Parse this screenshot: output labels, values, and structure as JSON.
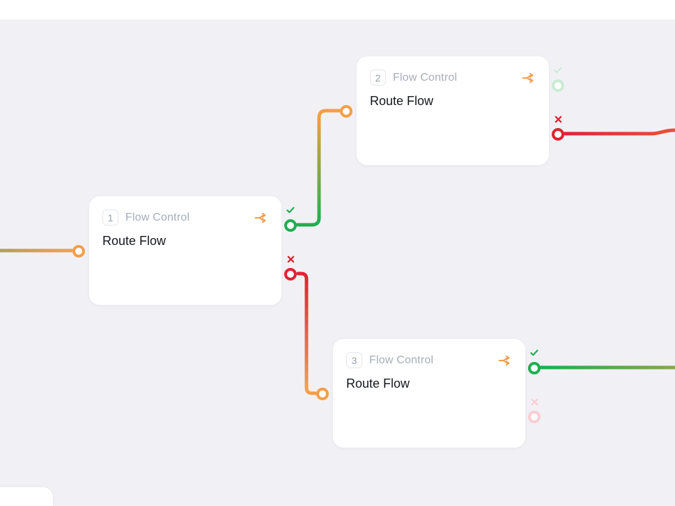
{
  "colors": {
    "canvasBg": "#f1f1f5",
    "cardBg": "#ffffff",
    "cardBorder": "#ededf2",
    "success": "#1fae50",
    "successFaded": "#c9ecd4",
    "error": "#e02333",
    "errorFaded": "#f9cdd2",
    "connector": "#f59e49",
    "typeLabel": "#a6adb9",
    "titleText": "#15171c",
    "badgeText": "#959ea9",
    "badgeBorder": "#e4e7eb"
  },
  "nodes": [
    {
      "index": "1",
      "type_label": "Flow Control",
      "title": "Route Flow",
      "ports": {
        "input": {
          "state": "connected"
        },
        "success": {
          "state": "connected"
        },
        "fail": {
          "state": "connected"
        }
      }
    },
    {
      "index": "2",
      "type_label": "Flow Control",
      "title": "Route Flow",
      "ports": {
        "input": {
          "state": "connected"
        },
        "success": {
          "state": "available"
        },
        "fail": {
          "state": "connected"
        }
      }
    },
    {
      "index": "3",
      "type_label": "Flow Control",
      "title": "Route Flow",
      "ports": {
        "input": {
          "state": "connected"
        },
        "success": {
          "state": "connected"
        },
        "fail": {
          "state": "available"
        }
      }
    }
  ],
  "edges": [
    {
      "from": "offscreen-left",
      "to": "node-1.input",
      "gradient": [
        "success",
        "connector"
      ]
    },
    {
      "from": "node-1.success",
      "to": "node-2.input",
      "gradient": [
        "success",
        "connector"
      ]
    },
    {
      "from": "node-1.fail",
      "to": "node-3.input",
      "gradient": [
        "error",
        "connector"
      ]
    },
    {
      "from": "node-2.fail",
      "to": "offscreen-right",
      "gradient": [
        "error",
        "connector"
      ]
    },
    {
      "from": "node-3.success",
      "to": "offscreen-right",
      "gradient": [
        "success",
        "connector"
      ]
    }
  ],
  "icons": {
    "route_split": "split-branch-icon",
    "success_mark": "check",
    "fail_mark": "x",
    "port": "ring-circle"
  }
}
